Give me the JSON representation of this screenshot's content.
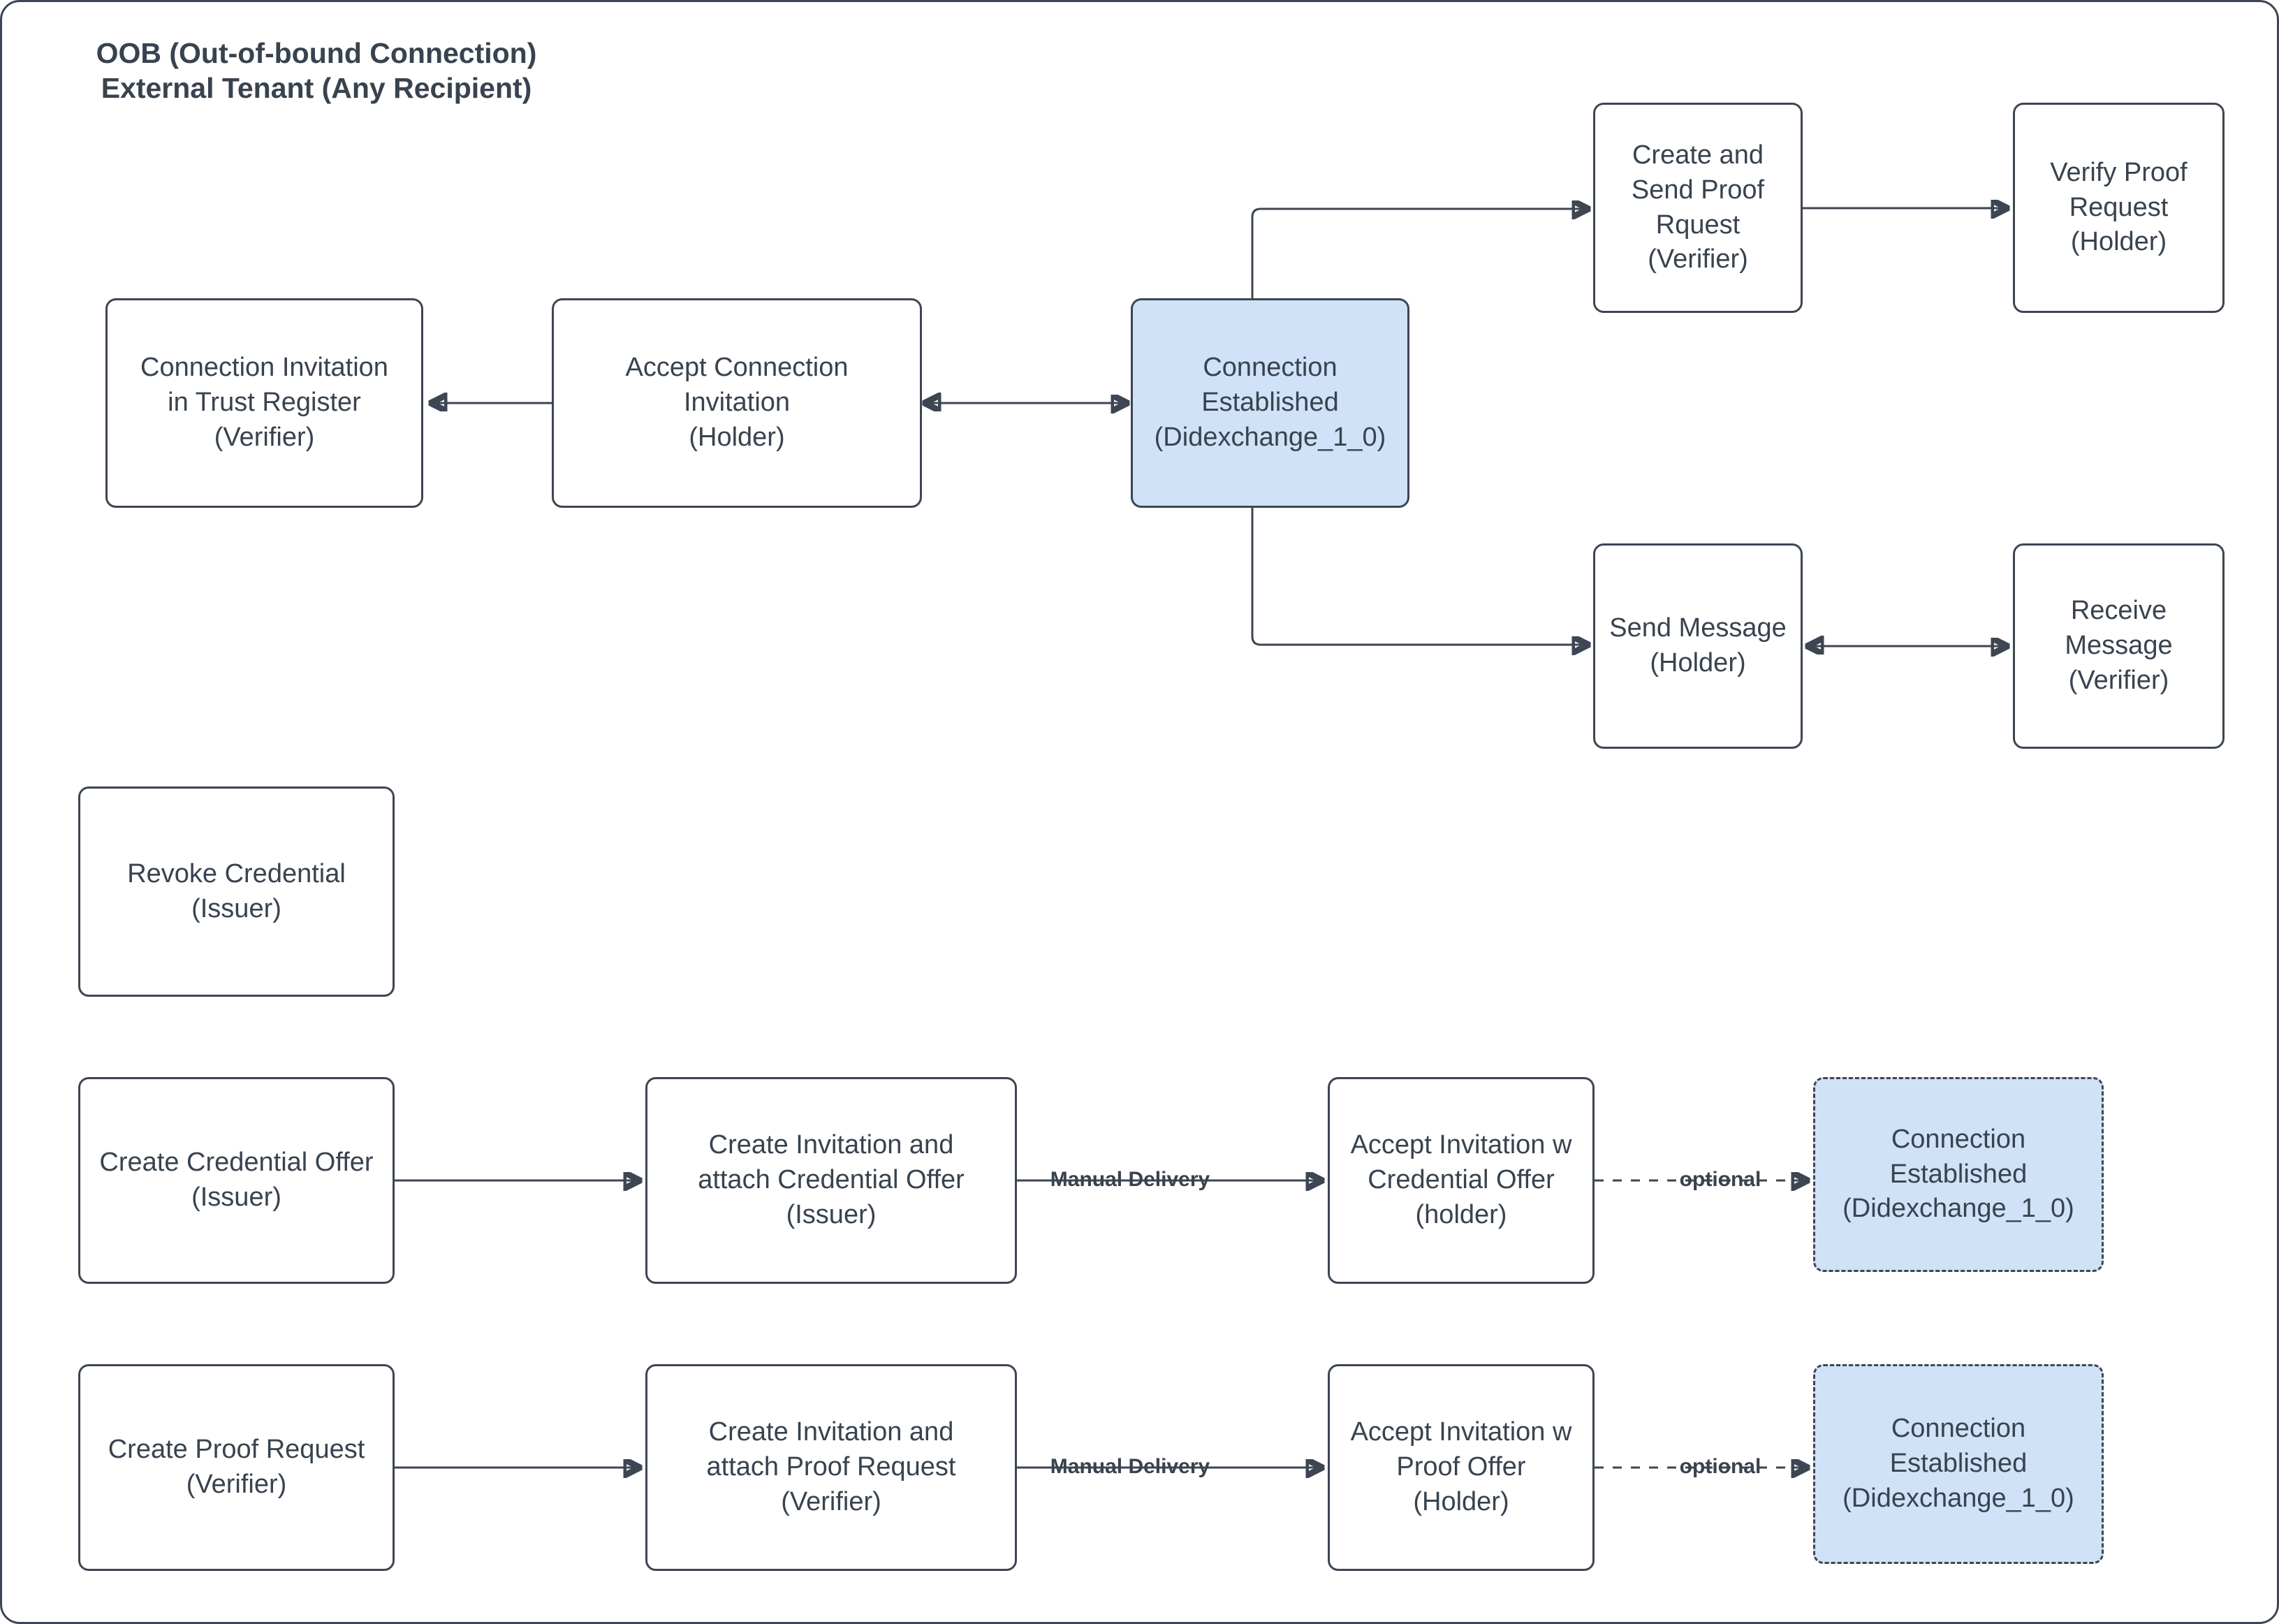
{
  "title": {
    "line1": "OOB (Out-of-bound Connection)",
    "line2": "External Tenant (Any Recipient)"
  },
  "colors": {
    "background": "#ffffff",
    "node_border": "#3d4652",
    "node_text": "#38434f",
    "accent_fill": "#cfe2f8"
  },
  "nodes": [
    {
      "id": "connection-invitation-trust-register",
      "label": "Connection Invitation\nin Trust Register\n(Verifier)",
      "style": "plain"
    },
    {
      "id": "accept-connection-invitation",
      "label": "Accept Connection\nInvitation\n(Holder)",
      "style": "plain"
    },
    {
      "id": "connection-established",
      "label": "Connection\nEstablished\n(Didexchange_1_0)",
      "style": "highlight"
    },
    {
      "id": "create-send-proof-request",
      "label": "Create and\nSend Proof\nRquest\n(Verifier)",
      "style": "plain"
    },
    {
      "id": "verify-proof-request",
      "label": "Verify Proof\nRequest\n(Holder)",
      "style": "plain"
    },
    {
      "id": "send-message",
      "label": "Send Message\n(Holder)",
      "style": "plain"
    },
    {
      "id": "receive-message",
      "label": "Receive\nMessage\n(Verifier)",
      "style": "plain"
    },
    {
      "id": "revoke-credential",
      "label": "Revoke Credential\n(Issuer)",
      "style": "plain"
    },
    {
      "id": "create-credential-offer",
      "label": "Create Credential Offer\n(Issuer)",
      "style": "plain"
    },
    {
      "id": "create-invitation-attach-credential-offer",
      "label": "Create Invitation and\nattach Credential Offer\n(Issuer)",
      "style": "plain"
    },
    {
      "id": "accept-invitation-credential-offer",
      "label": "Accept Invitation w\nCredential Offer\n(holder)",
      "style": "plain"
    },
    {
      "id": "connection-established-2",
      "label": "Connection\nEstablished\n(Didexchange_1_0)",
      "style": "highlight-dashed"
    },
    {
      "id": "create-proof-request",
      "label": "Create Proof Request\n(Verifier)",
      "style": "plain"
    },
    {
      "id": "create-invitation-attach-proof-request",
      "label": "Create Invitation and\nattach Proof Request\n(Verifier)",
      "style": "plain"
    },
    {
      "id": "accept-invitation-proof-offer",
      "label": "Accept Invitation w\nProof Offer\n(Holder)",
      "style": "plain"
    },
    {
      "id": "connection-established-3",
      "label": "Connection\nEstablished\n(Didexchange_1_0)",
      "style": "highlight-dashed"
    }
  ],
  "edges": [
    {
      "from": "accept-connection-invitation",
      "to": "connection-invitation-trust-register",
      "style": "solid",
      "arrows": "end",
      "label": ""
    },
    {
      "from": "accept-connection-invitation",
      "to": "connection-established",
      "style": "solid",
      "arrows": "both",
      "label": ""
    },
    {
      "from": "connection-established",
      "to": "create-send-proof-request",
      "style": "solid",
      "arrows": "end",
      "label": ""
    },
    {
      "from": "create-send-proof-request",
      "to": "verify-proof-request",
      "style": "solid",
      "arrows": "end",
      "label": ""
    },
    {
      "from": "connection-established",
      "to": "send-message",
      "style": "solid",
      "arrows": "end",
      "label": ""
    },
    {
      "from": "send-message",
      "to": "receive-message",
      "style": "solid",
      "arrows": "both",
      "label": ""
    },
    {
      "from": "create-credential-offer",
      "to": "create-invitation-attach-credential-offer",
      "style": "solid",
      "arrows": "end",
      "label": ""
    },
    {
      "from": "create-invitation-attach-credential-offer",
      "to": "accept-invitation-credential-offer",
      "style": "solid",
      "arrows": "end",
      "label": "Manual Delivery"
    },
    {
      "from": "accept-invitation-credential-offer",
      "to": "connection-established-2",
      "style": "dashed",
      "arrows": "end",
      "label": "optional"
    },
    {
      "from": "create-proof-request",
      "to": "create-invitation-attach-proof-request",
      "style": "solid",
      "arrows": "end",
      "label": ""
    },
    {
      "from": "create-invitation-attach-proof-request",
      "to": "accept-invitation-proof-offer",
      "style": "solid",
      "arrows": "end",
      "label": "Manual Delivery"
    },
    {
      "from": "accept-invitation-proof-offer",
      "to": "connection-established-3",
      "style": "dashed",
      "arrows": "end",
      "label": "optional"
    }
  ]
}
